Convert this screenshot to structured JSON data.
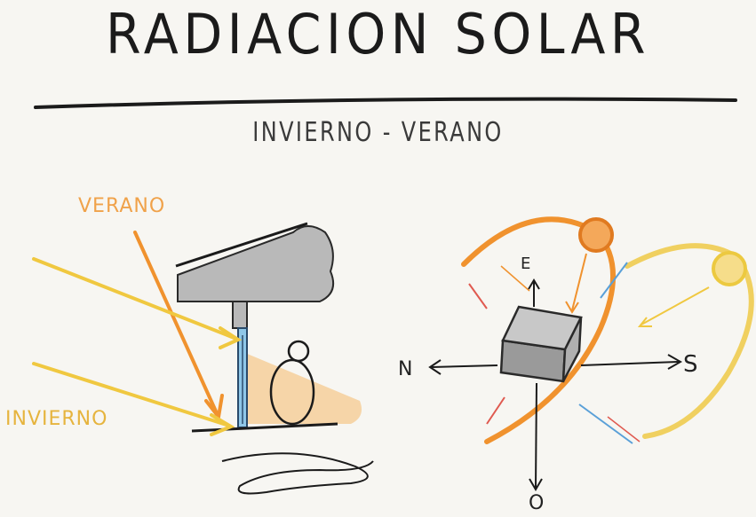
{
  "title": "RADIACION  SOLAR",
  "subtitle": "INVIERNO - VERANO",
  "labels": {
    "verano": "VERANO",
    "invierno": "INVIERNO",
    "east": "E",
    "north": "N",
    "south": "S",
    "west": "O"
  },
  "colors": {
    "summer": "#f0922e",
    "winter": "#f0c840",
    "ink": "#1b1b1b",
    "roof": "#b9b9b9",
    "shadow": "#f6c98f",
    "glass": "#8fc7e8"
  }
}
